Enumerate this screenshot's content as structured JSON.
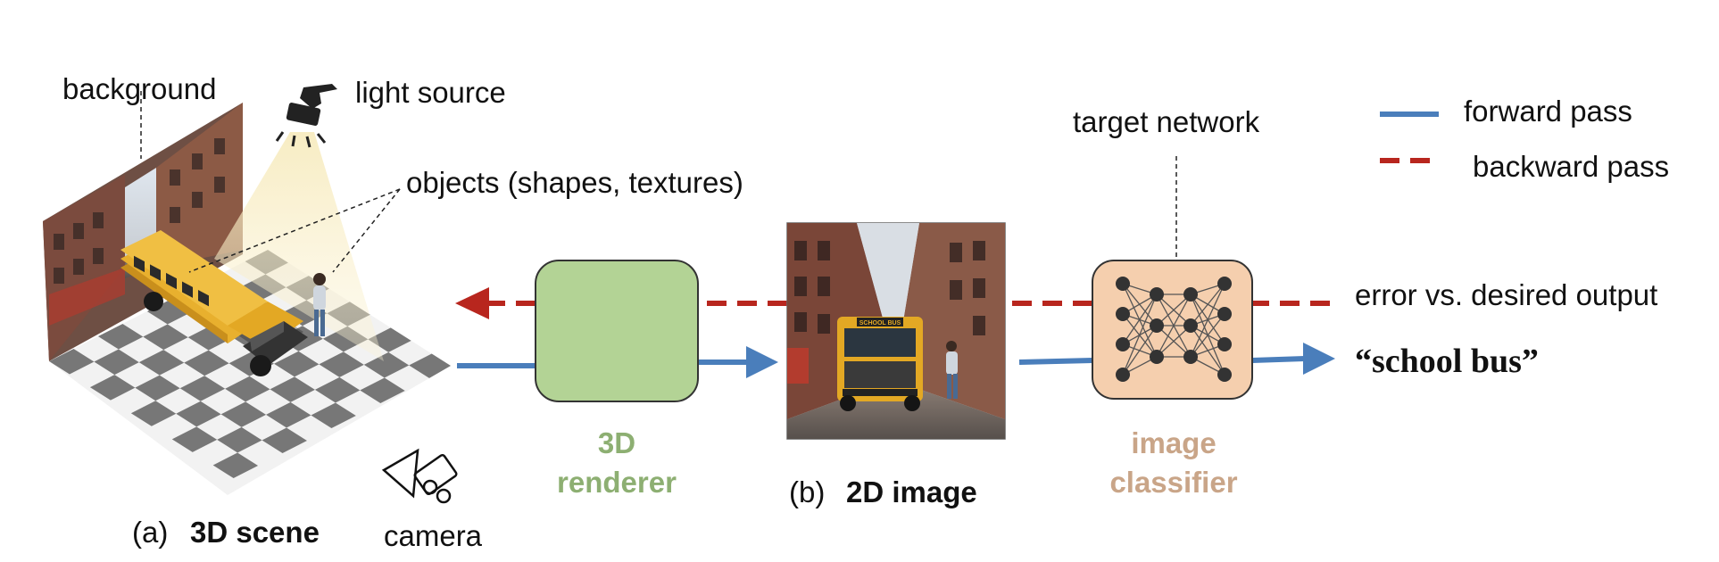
{
  "labels": {
    "background": "background",
    "light_source": "light source",
    "objects": "objects (shapes, textures)",
    "scene_prefix": "(a)",
    "scene_title": "3D scene",
    "camera": "camera",
    "renderer_line1": "3D",
    "renderer_line2": "renderer",
    "image_prefix": "(b)",
    "image_title": "2D image",
    "target_network": "target network",
    "classifier_line1": "image",
    "classifier_line2": "classifier",
    "error": "error vs. desired output",
    "prediction": "“school bus”"
  },
  "legend": {
    "forward": "forward pass",
    "backward": "backward pass"
  },
  "school_bus_sign": "SCHOOL BUS",
  "colors": {
    "forward": "#4a7ebb",
    "backward": "#b8261e",
    "renderer_fill": "#b3d395",
    "renderer_text": "#8daf72",
    "classifier_fill": "#f5cfae",
    "classifier_text": "#c9a588",
    "bus_yellow": "#e8b02e"
  }
}
